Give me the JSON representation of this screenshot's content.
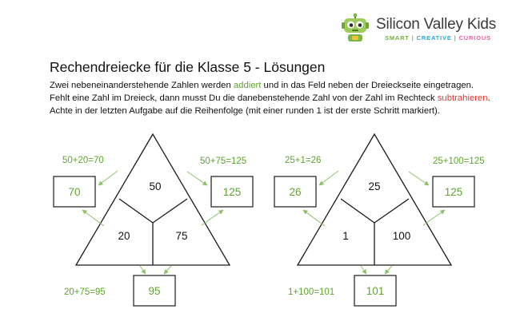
{
  "header": {
    "brand_name": "Silicon Valley Kids",
    "tagline_part1": "SMART",
    "tagline_part2": "CREATIVE",
    "tagline_part3": "CURIOUS",
    "tagline_separator": " | ",
    "logo_icon": "robot-icon"
  },
  "title": "Rechendreiecke für die Klasse 5 - Lösungen",
  "instructions": {
    "line1_before": "Zwei nebeneinanderstehende Zahlen werden ",
    "line1_highlight": "addiert",
    "line1_after": " und in das Feld neben der Dreieckseite eingetragen.",
    "line2_before": "Fehlt eine Zahl im Dreieck, dann musst Du die danebenstehende Zahl von der Zahl im Rechteck ",
    "line2_highlight": "subtrahieren",
    "line2_after": ".",
    "line3": "Achte in der letzten Aufgabe auf die Reihenfolge (mit einer runden 1 ist der erste Schritt markiert)."
  },
  "colors": {
    "green": "#5ea32e",
    "red": "#e53935"
  },
  "triangles": [
    {
      "top": "50",
      "left": "20",
      "right": "75",
      "box_left": "70",
      "box_right": "125",
      "box_bottom": "95",
      "eq_left": "50+20=70",
      "eq_right": "50+75=125",
      "eq_bottom": "20+75=95"
    },
    {
      "top": "25",
      "left": "1",
      "right": "100",
      "box_left": "26",
      "box_right": "125",
      "box_bottom": "101",
      "eq_left": "25+1=26",
      "eq_right": "25+100=125",
      "eq_bottom": "1+100=101"
    }
  ]
}
